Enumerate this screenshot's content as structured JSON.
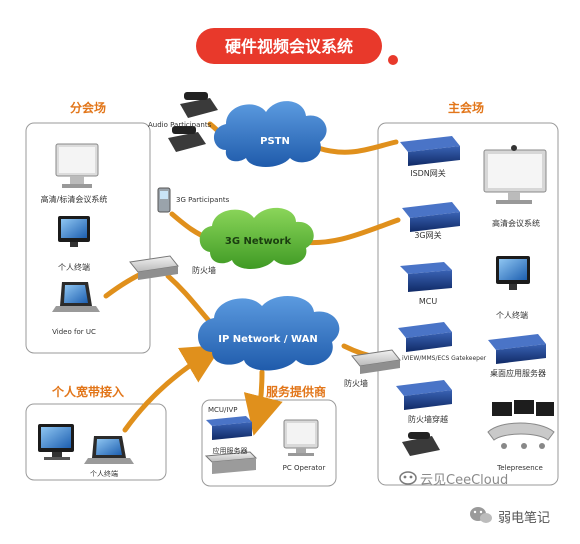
{
  "title": "硬件视频会议系统",
  "colors": {
    "title_bg": "#e8392b",
    "section_title": "#e2761a",
    "link": "#e0901c",
    "cloud_blue": "#2d6fc0",
    "cloud_green": "#5fba3c",
    "device": "#1d3f8c"
  },
  "sections": {
    "branch": "分会场",
    "main": "主会场",
    "personal": "个人宽带接入",
    "provider": "服务提供商"
  },
  "networks": {
    "pstn": "PSTN",
    "g3": "3G Network",
    "ip": "IP Network / WAN"
  },
  "labels": {
    "audio_participants": "Audio Participants",
    "g3_participants": "3G Participants",
    "branch_hd_system": "高清/标清会议系统",
    "branch_personal_terminal": "个人终端",
    "video_for_uc": "Video for UC",
    "branch_firewall": "防火墙",
    "isdn_gateway": "ISDN网关",
    "g3_gateway": "3G网关",
    "hd_system": "高清会议系统",
    "mcu": "MCU",
    "main_personal_terminal": "个人终端",
    "gatekeeper": "iVIEW/MMS/ECS Gatekeeper",
    "desktop_server": "桌面应用服务器",
    "main_firewall": "防火墙",
    "firewall_traversal": "防火墙穿越",
    "telepresence": "Telepresence",
    "mcu_ivp": "MCU/IVP",
    "app_server": "应用服务器",
    "pc_operator": "PC Operator",
    "personal_terminal_home": "个人终端"
  },
  "watermark": {
    "brand": "云见CeeCloud",
    "account": "弱电笔记"
  }
}
